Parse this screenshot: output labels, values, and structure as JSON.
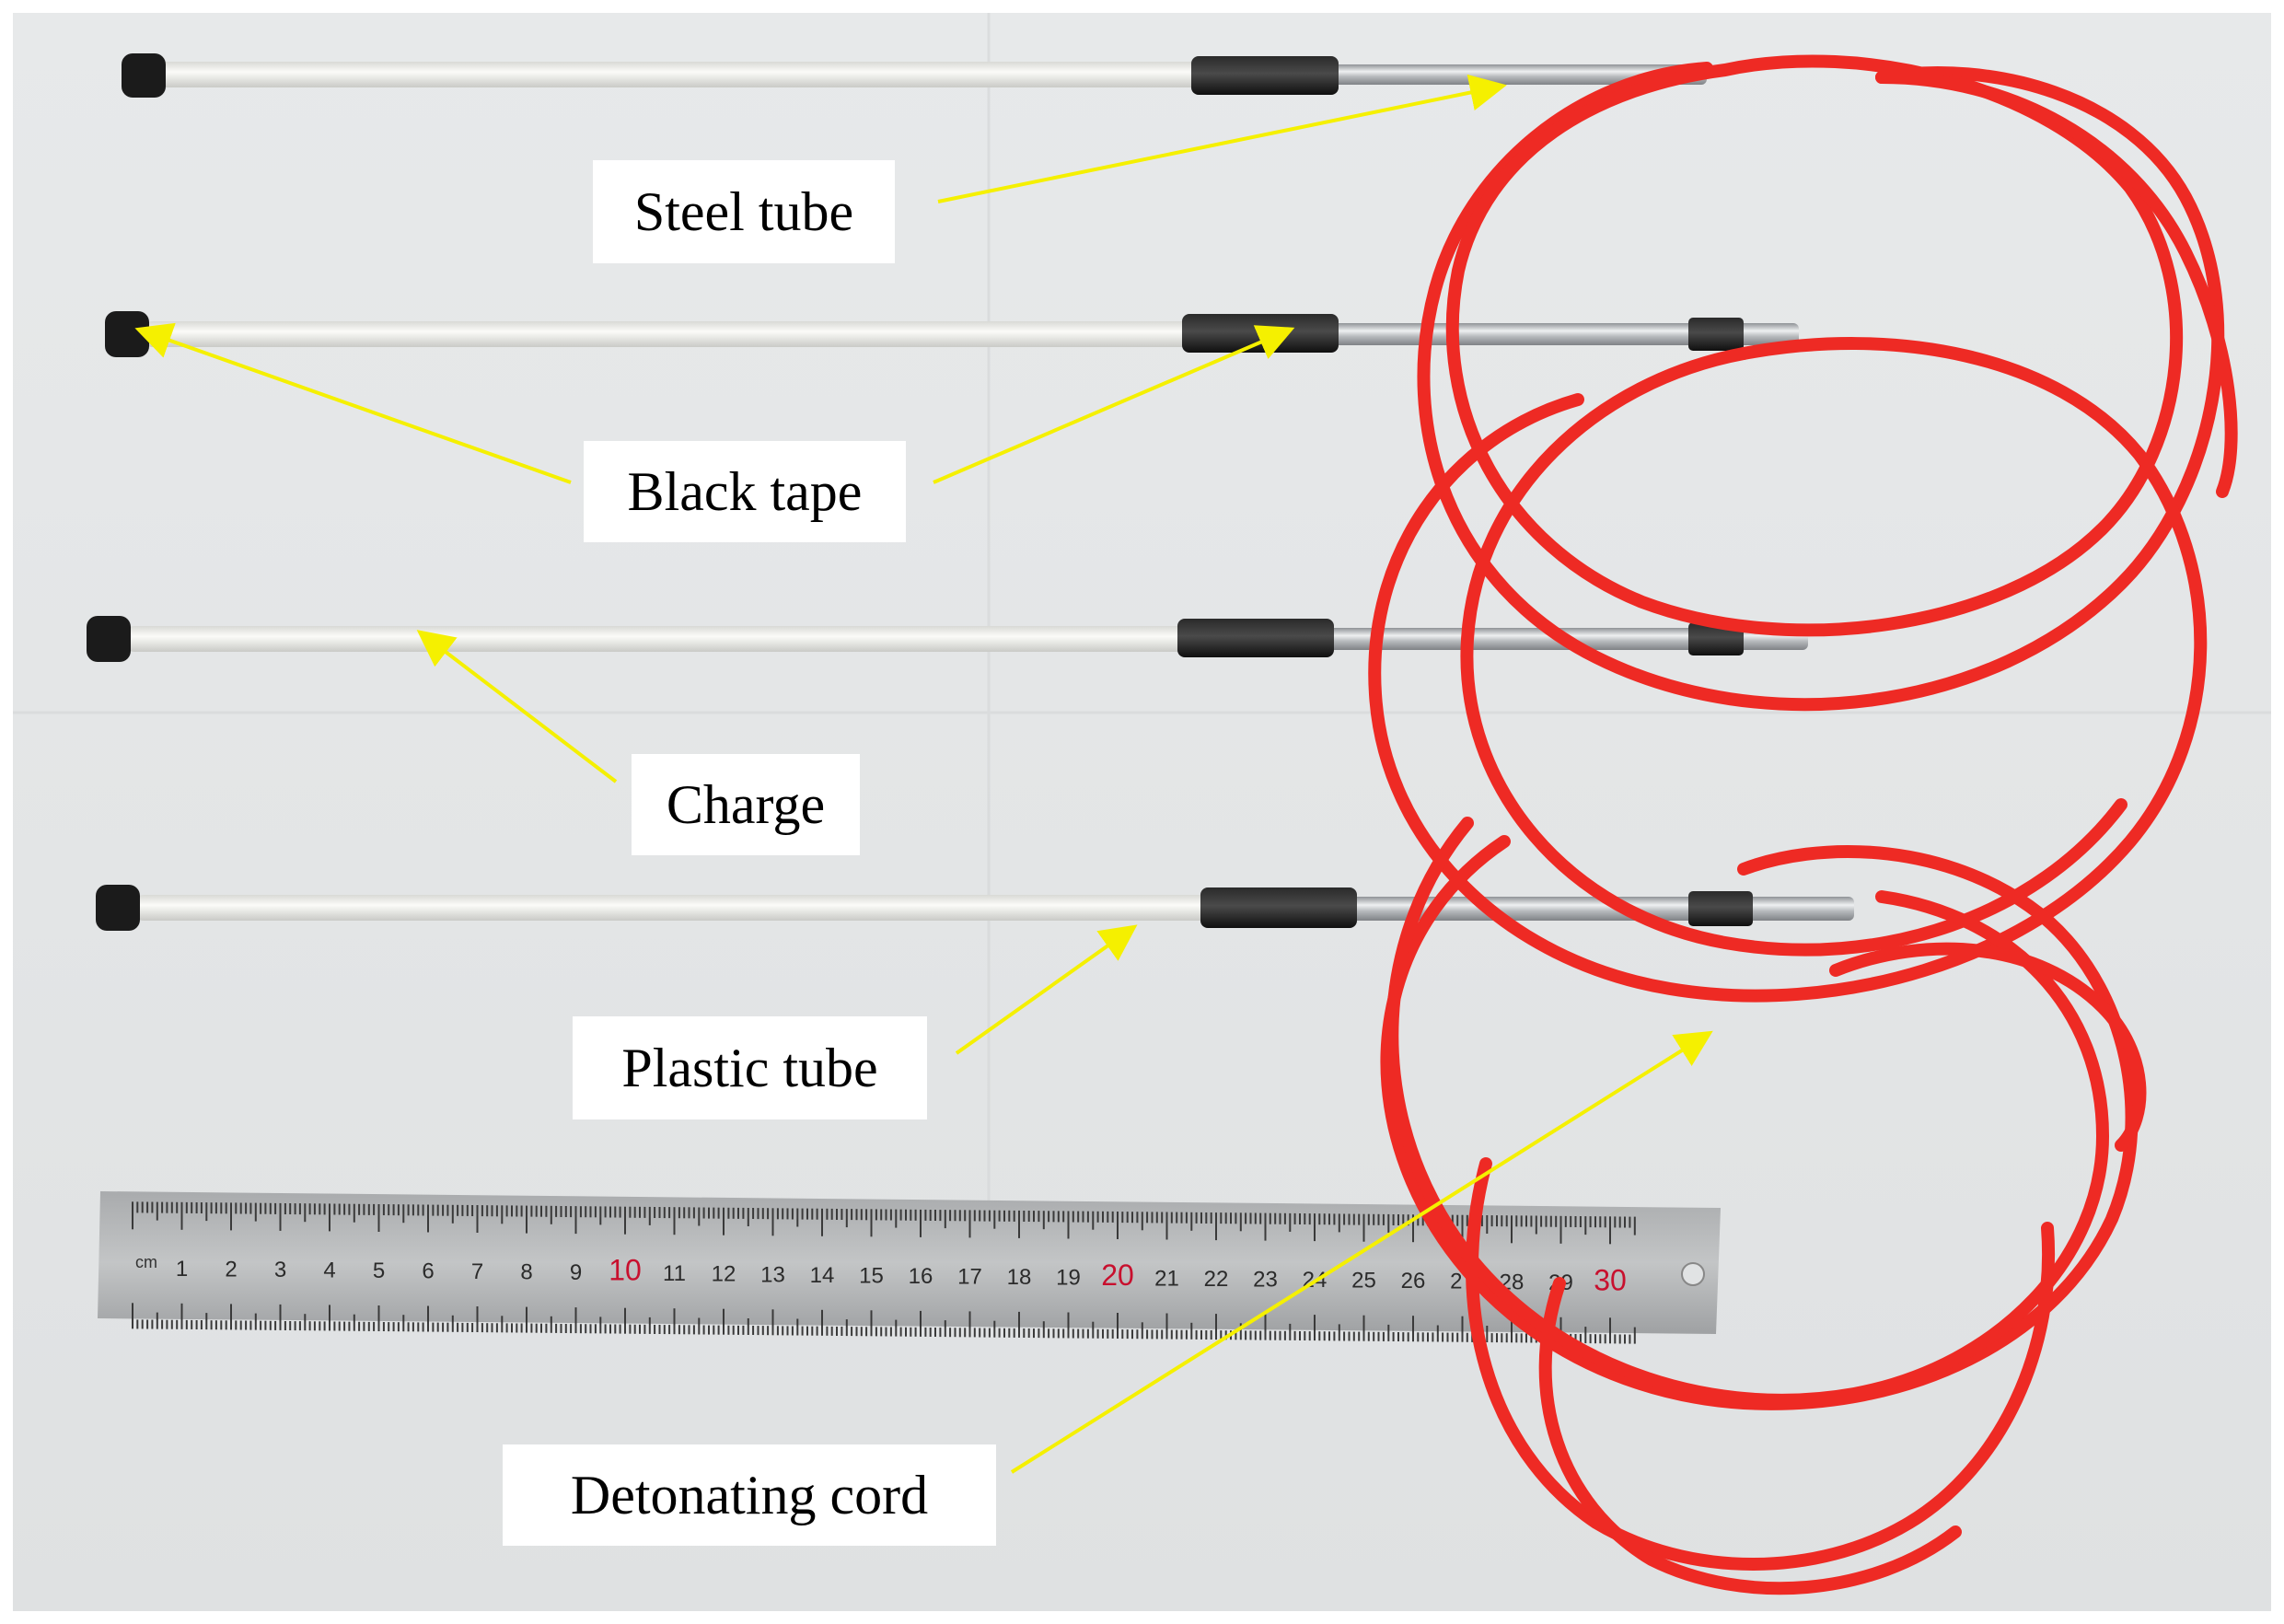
{
  "labels": {
    "steel_tube": "Steel tube",
    "black_tape": "Black tape",
    "charge": "Charge",
    "plastic_tube": "Plastic tube",
    "detonating_cord": "Detonating cord"
  },
  "ruler": {
    "unit": "cm",
    "numbers": [
      "1",
      "2",
      "3",
      "4",
      "5",
      "6",
      "7",
      "8",
      "9",
      "10",
      "11",
      "12",
      "13",
      "14",
      "15",
      "16",
      "17",
      "18",
      "19",
      "20",
      "21",
      "22",
      "23",
      "24",
      "25",
      "26",
      "27",
      "28",
      "29",
      "30"
    ],
    "highlight_numbers": [
      "10",
      "20",
      "30"
    ]
  },
  "colors": {
    "background": "#e5e7e8",
    "cord": "#ee2a24",
    "arrow": "#f5f000",
    "tape": "#1c1c1c",
    "plastic_tube": "#f4f4f1",
    "steel": "#c9cbcd",
    "ruler": "#b9bbbc",
    "ruler_red_numbers": "#c8102e"
  }
}
